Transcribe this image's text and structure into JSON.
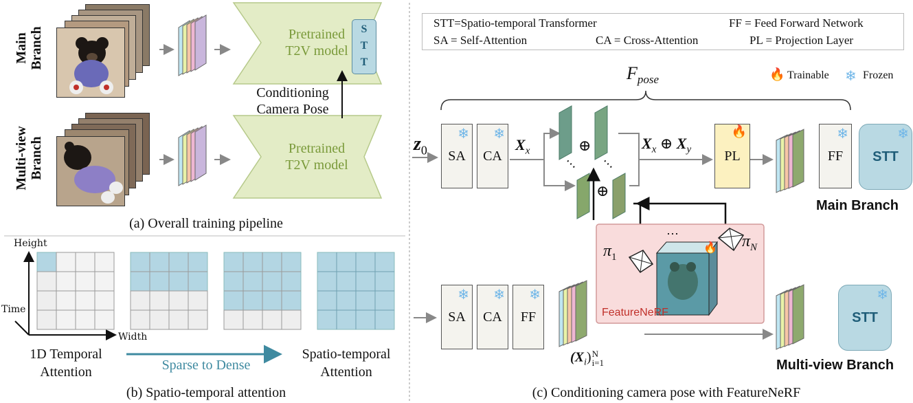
{
  "panel_a": {
    "main_branch_label": "Main\nBranch",
    "multiview_branch_label": "Multi-view\nBranch",
    "pretrained_model_label": "Pretrained\nT2V model",
    "stt_short": "S\nT\nT",
    "conditioning_label": "Conditioning\nCamera Pose",
    "caption": "(a) Overall training pipeline"
  },
  "panel_b": {
    "axis_height": "Height",
    "axis_time": "Time",
    "axis_width": "Width",
    "left_label": "1D Temporal\nAttention",
    "arrow_label": "Sparse to Dense",
    "right_label": "Spatio-temporal\nAttention",
    "caption": "(b) Spatio-temporal attention"
  },
  "panel_c": {
    "legend": {
      "stt": "STT=Spatio-temporal Transformer",
      "ff": "FF = Feed Forward Network",
      "sa": "SA = Self-Attention",
      "ca": "CA = Cross-Attention",
      "pl": "PL = Projection Layer"
    },
    "trainable_label": "Trainable",
    "frozen_label": "Frozen",
    "f_pose": "F",
    "f_pose_sub": "pose",
    "z0": "z",
    "z0_sub": "0",
    "blocks": {
      "sa": "SA",
      "ca": "CA",
      "ff": "FF",
      "pl": "PL",
      "stt": "STT"
    },
    "xx": "X",
    "xx_sub": "x",
    "xx_xy": "X",
    "xx_xy_op": "⊕",
    "xy": "X",
    "xy_sub": "y",
    "oplus": "⊕",
    "dots": "⋯",
    "pi1": "π",
    "pi1_sub": "1",
    "pin": "π",
    "pin_sub": "N",
    "featurenerf_label": "FeatureNeRF",
    "xi_label": "(X",
    "xi_sub": "i",
    "xi_close": ")",
    "xi_range_sup": "N",
    "xi_range_sub": "i=1",
    "main_branch": "Main Branch",
    "multiview_branch": "Multi-view Branch",
    "caption": "(c) Conditioning camera pose with FeatureNeRF"
  },
  "colors": {
    "trapezoid_fill": "#e3ecc6",
    "trapezoid_text": "#7a9a3a",
    "stt_fill": "#b9d9e3",
    "pl_fill": "#fcf1c0",
    "nerf_fill": "#f9dcdc",
    "cube_fill": "#b3d6e3",
    "snow": "#6fb6e8",
    "flame": "#f05a14"
  }
}
